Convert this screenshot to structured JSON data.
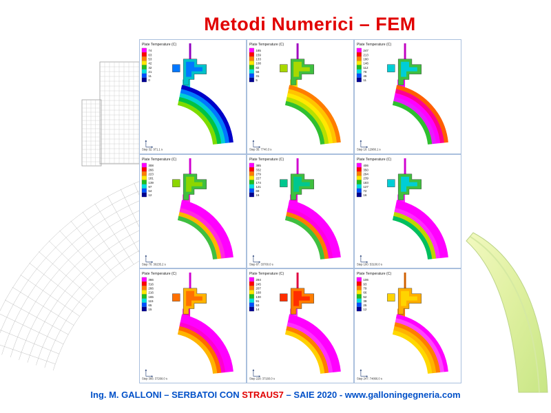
{
  "slide": {
    "title": "Metodi Numerici – FEM",
    "footer": {
      "pre": "Ing. M. GALLONI – SERBATOI CON ",
      "highlight": "STRAUS7",
      "post": " – SAIE 2020 - www.galloningegneria.com"
    }
  },
  "colors": {
    "title": "#e10000",
    "footer_blue": "#0050c8",
    "footer_red": "#e10000",
    "panel_border": "#a9bfdd",
    "mesh_stroke": "#bdbdbd",
    "blade_light": "#eef7b0",
    "blade_dark": "#cdeb8a"
  },
  "legend_title": "Plate Temperature (C)",
  "legend_colors": [
    "#ff00ff",
    "#ff0000",
    "#ff7d00",
    "#ffe800",
    "#1fbf1f",
    "#00e0e0",
    "#0050ff",
    "#00008f"
  ],
  "icons": {
    "axis_triad": "axis-triad-icon"
  },
  "panels": [
    {
      "legend_values": [
        "74",
        "63",
        "53",
        "42",
        "32",
        "21",
        "11",
        "0"
      ],
      "caption": "Step 32: 971.1 s",
      "spigot": "#9000c0",
      "band": [
        "#0000c8",
        "#0077ff",
        "#00cfd6",
        "#00c244",
        "#7ddc00"
      ],
      "flange": [
        "#00c2c8",
        "#0077ff"
      ]
    },
    {
      "legend_values": [
        "185",
        "159",
        "133",
        "108",
        "82",
        "56",
        "31",
        "5"
      ],
      "caption": "Step 35: 7740.3 s",
      "spigot": "#a000c0",
      "band": [
        "#ff7d00",
        "#ffc400",
        "#ffe800",
        "#b8e000",
        "#2fbf30"
      ],
      "flange": [
        "#3fbf3f",
        "#a8d800"
      ]
    },
    {
      "legend_values": [
        "247",
        "213",
        "180",
        "146",
        "112",
        "78",
        "45",
        "11"
      ],
      "caption": "Step 10: 12966.1 s",
      "spigot": "#c000c0",
      "band": [
        "#ff5e00",
        "#ff0090",
        "#ff00ff",
        "#e81cff",
        "#2fbf30"
      ],
      "flange": [
        "#3fbf3f",
        "#00ced6"
      ]
    },
    {
      "legend_values": [
        "308",
        "266",
        "223",
        "181",
        "139",
        "97",
        "54",
        "12"
      ],
      "caption": "Step 70: 30235.2 s",
      "spigot": "#d000d0",
      "band": [
        "#ff00ff",
        "#ff00ff",
        "#ff2ae0",
        "#ffb400",
        "#3fbf3f"
      ],
      "flange": [
        "#3fbf3f",
        "#8cd600"
      ]
    },
    {
      "legend_values": [
        "385",
        "332",
        "279",
        "227",
        "174",
        "121",
        "69",
        "16"
      ],
      "caption": "Step 87: 33700.0 s",
      "spigot": "#d000d0",
      "band": [
        "#ff00ff",
        "#ff00ff",
        "#ff00e0",
        "#ff7d00",
        "#3fbf3f"
      ],
      "flange": [
        "#3fbf3f",
        "#00c78f"
      ]
    },
    {
      "legend_values": [
        "406",
        "350",
        "294",
        "239",
        "183",
        "127",
        "72",
        "16"
      ],
      "caption": "Step 100: 53100.0 s",
      "spigot": "#d000d0",
      "band": [
        "#ff00ff",
        "#ff00ff",
        "#ff2aff",
        "#bfd400",
        "#00bf5e"
      ],
      "flange": [
        "#3fbf3f",
        "#00ced6"
      ]
    },
    {
      "legend_values": [
        "366",
        "316",
        "266",
        "216",
        "165",
        "115",
        "65",
        "15"
      ],
      "caption": "Step 366: 37268.0 s",
      "spigot": "#d000d0",
      "band": [
        "#ff00ff",
        "#ff00ff",
        "#ff00d0",
        "#ff6a00",
        "#ffb400"
      ],
      "flange": [
        "#ffb400",
        "#ff7000"
      ]
    },
    {
      "legend_values": [
        "284",
        "245",
        "207",
        "168",
        "130",
        "91",
        "53",
        "14"
      ],
      "caption": "Step 228: 37160.0 s",
      "spigot": "#e00040",
      "band": [
        "#ff00ff",
        "#ff00ff",
        "#ff30ff",
        "#ff7d00",
        "#ffd000"
      ],
      "flange": [
        "#ff7d00",
        "#ff2e00"
      ]
    },
    {
      "legend_values": [
        "106",
        "93",
        "79",
        "66",
        "52",
        "39",
        "25",
        "12"
      ],
      "caption": "Step 247: 74866.0 s",
      "spigot": "#d06000",
      "band": [
        "#ff00ff",
        "#ff44ff",
        "#ff7d00",
        "#ffb400",
        "#ffd800"
      ],
      "flange": [
        "#ffad00",
        "#ffd400"
      ]
    }
  ]
}
